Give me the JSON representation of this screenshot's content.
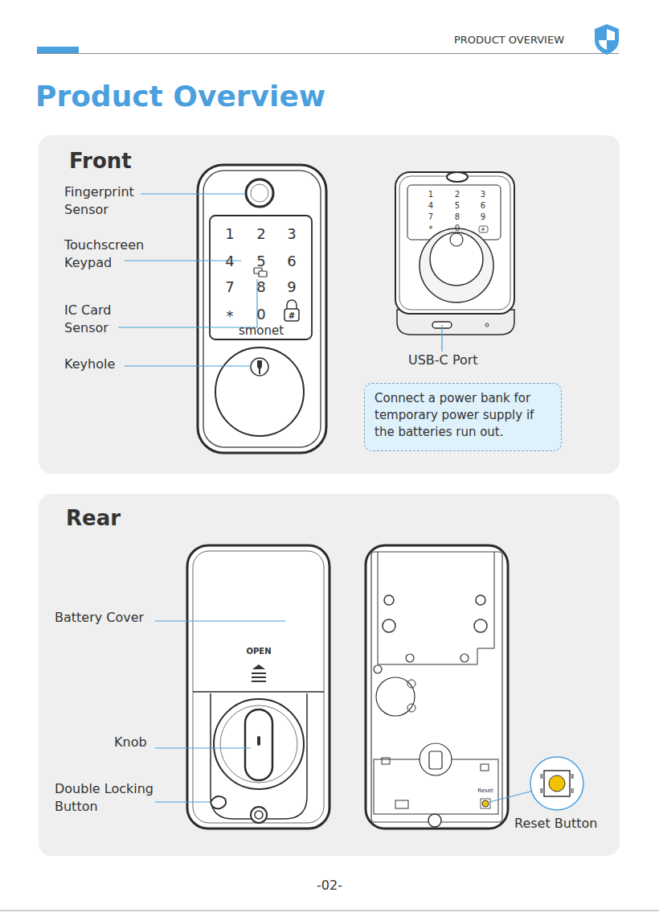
{
  "diagram": {
    "title": "Product Overview",
    "nodes": [
      {
        "text": [
          "Front"
        ]
      },
      {
        "text": [
          "Connect a power bank for temporary power supply if the batteries run out."
        ],
        "in": 0
      },
      {
        "text": [
          "Rear"
        ]
      }
    ],
    "labels": [
      "PRODUCT OVERVIEW",
      "Fingerprint Sensor",
      "Touchscreen Keypad",
      "IC Card Sensor",
      "Keyhole",
      "1",
      "2",
      "3",
      "4",
      "5",
      "6",
      "7",
      "8",
      "9",
      "*",
      "0",
      "#",
      "smonet",
      "1",
      "2",
      "3",
      "4",
      "5",
      "6",
      "7",
      "8",
      "9",
      "*",
      "0",
      "#",
      "USB-C Port",
      "Battery Cover",
      "OPEN",
      "Knob",
      "Double Locking Button",
      "Reset",
      "Reset Button",
      "-02-"
    ]
  }
}
